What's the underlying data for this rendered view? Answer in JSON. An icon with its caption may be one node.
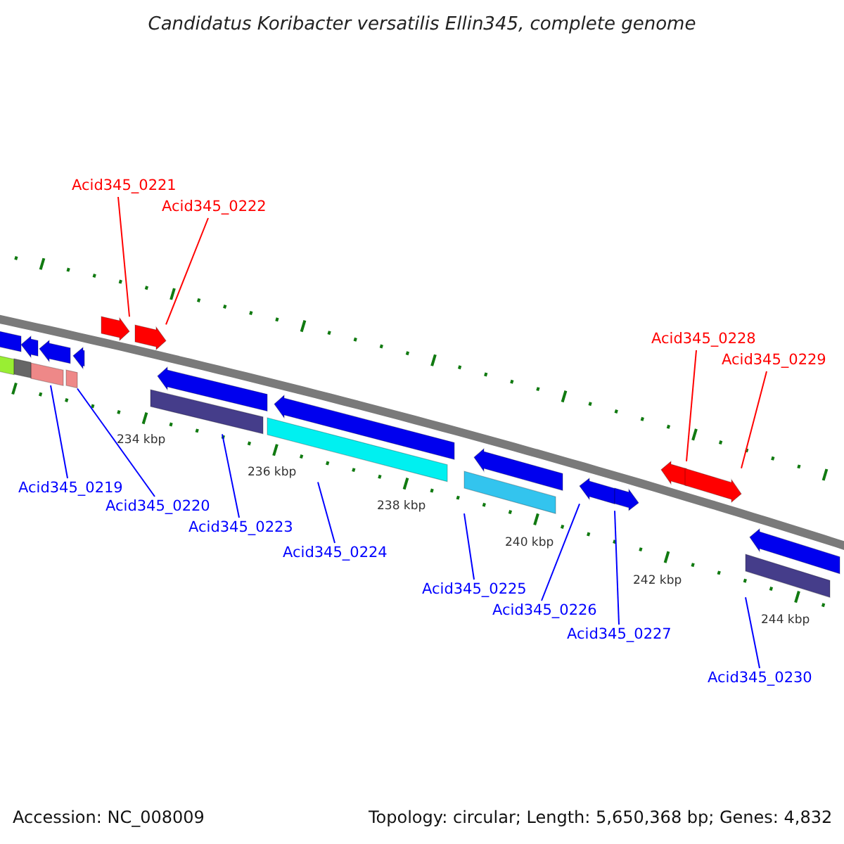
{
  "diagram": {
    "title": "Candidatus Koribacter versatilis Ellin345, complete genome",
    "nodes": [
      {
        "text": [
          "Acid345_0221"
        ]
      },
      {
        "text": [
          "Acid345_0222"
        ]
      },
      {
        "text": [
          "Acid345_0228"
        ]
      },
      {
        "text": [
          "Acid345_0229"
        ]
      },
      {
        "text": [
          "Acid345_0219"
        ]
      },
      {
        "text": [
          "Acid345_0220"
        ]
      },
      {
        "text": [
          "Acid345_0223"
        ]
      },
      {
        "text": [
          "Acid345_0224"
        ]
      },
      {
        "text": [
          "Acid345_0225"
        ]
      },
      {
        "text": [
          "Acid345_0226"
        ]
      },
      {
        "text": [
          "Acid345_0227"
        ]
      },
      {
        "text": [
          "Acid345_0230"
        ]
      },
      {
        "text": [],
        "shape": "arrow"
      },
      {
        "text": [],
        "shape": "arrow"
      },
      {
        "text": [],
        "shape": "bar"
      },
      {
        "text": [],
        "shape": "bar"
      },
      {
        "text": [],
        "shape": "bar"
      },
      {
        "text": [],
        "shape": "bar"
      },
      {
        "text": [],
        "shape": "bar"
      },
      {
        "text": [],
        "shape": "arrow"
      },
      {
        "text": [],
        "shape": "arrow"
      },
      {
        "text": [],
        "shape": "arrow"
      },
      {
        "text": [],
        "shape": "arrow"
      },
      {
        "text": [],
        "shape": "bar"
      },
      {
        "text": [],
        "shape": "arrow"
      },
      {
        "text": [],
        "shape": "arrow"
      },
      {
        "text": [],
        "shape": "arrow"
      },
      {
        "text": [],
        "shape": "arrow"
      },
      {
        "text": [],
        "shape": "arrow"
      },
      {
        "text": [],
        "shape": "arrow"
      },
      {
        "text": [],
        "shape": "arrow"
      },
      {
        "text": [],
        "shape": "arrow"
      },
      {
        "text": [],
        "shape": "bar"
      },
      {
        "text": [],
        "shape": "bar"
      }
    ],
    "edges": [
      {
        "from": 0,
        "to": 12,
        "arrow": "none",
        "color": "#ff0000"
      },
      {
        "from": 1,
        "to": 13,
        "arrow": "none",
        "color": "#ff0000"
      },
      {
        "from": 2,
        "to": 21,
        "arrow": "none",
        "color": "#ff0000"
      },
      {
        "from": 3,
        "to": 22,
        "arrow": "none",
        "color": "#ff0000"
      },
      {
        "from": 4,
        "to": 14,
        "arrow": "none"
      },
      {
        "from": 5,
        "to": 15,
        "arrow": "none"
      },
      {
        "from": 6,
        "to": 16,
        "arrow": "none"
      },
      {
        "from": 7,
        "to": 17,
        "arrow": "none"
      },
      {
        "from": 8,
        "to": 18,
        "arrow": "none"
      },
      {
        "from": 9,
        "to": 19,
        "arrow": "none"
      },
      {
        "from": 10,
        "to": 20,
        "arrow": "none"
      },
      {
        "from": 11,
        "to": 23,
        "arrow": "none"
      }
    ],
    "labels": [
      "234 kbp",
      "236 kbp",
      "238 kbp",
      "240 kbp",
      "242 kbp",
      "244 kbp",
      "Accession: NC_008009",
      "Topology: circular; Length: 5,650,368 bp; Genes: 4,832"
    ]
  }
}
